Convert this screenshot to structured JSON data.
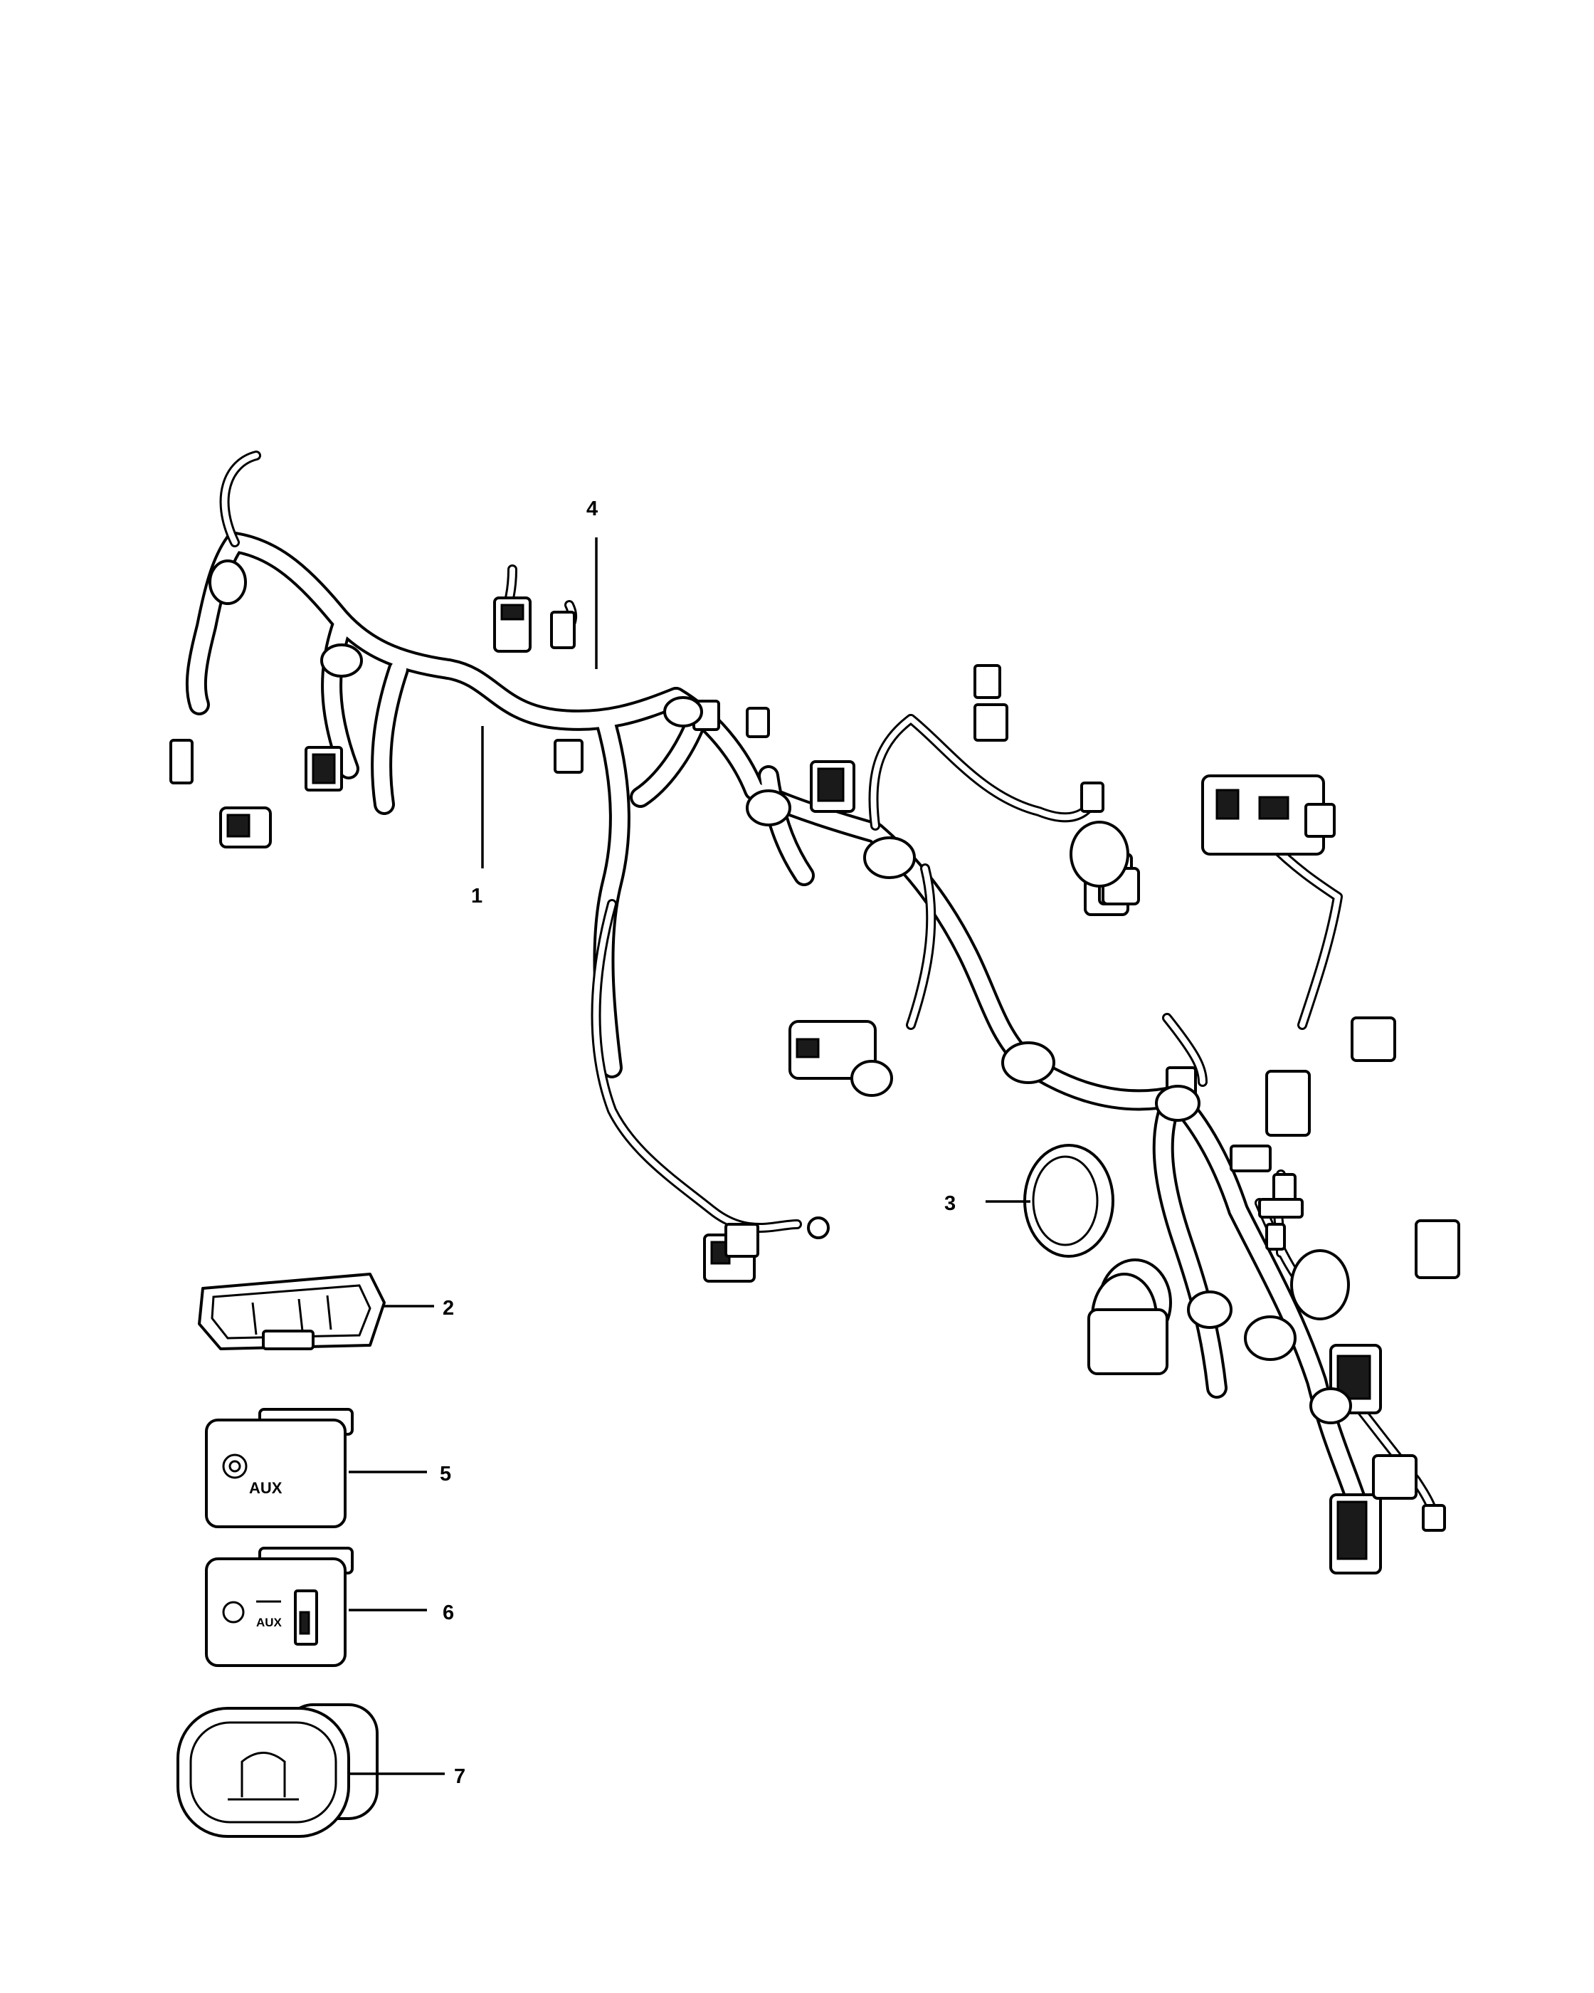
{
  "callouts": {
    "c1": "1",
    "c2": "2",
    "c3": "3",
    "c4": "4",
    "c5": "5",
    "c6": "6",
    "c7": "7"
  },
  "parts": {
    "aux_label": "AUX",
    "aux_usb_label": "AUX"
  },
  "icons": {
    "harness": "wiring-harness-icon",
    "bezel": "bezel-icon",
    "grommet": "grommet-icon",
    "clip": "clip-ring-icon",
    "aux_port": "aux-jack-icon",
    "usb_aux_port": "usb-aux-port-icon",
    "switch": "liftgate-switch-icon"
  }
}
